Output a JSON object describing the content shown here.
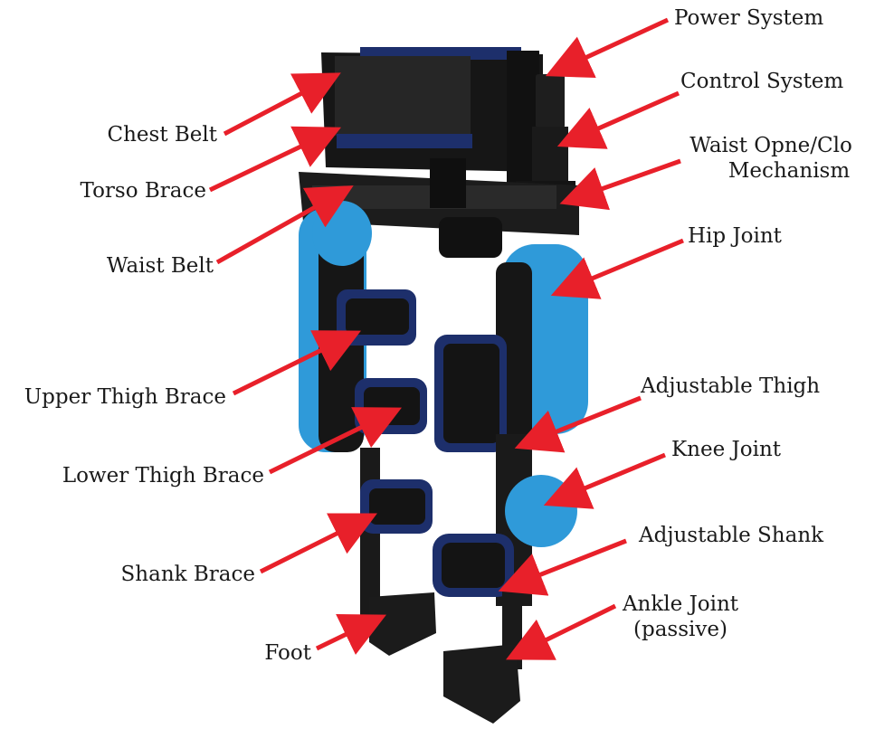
{
  "labels": {
    "power_system": "Power System",
    "control_system": "Control System",
    "waist_mechanism_line1": "Waist Opne/Clo",
    "waist_mechanism_line2": "Mechanism",
    "hip_joint": "Hip Joint",
    "adjustable_thigh": "Adjustable Thigh",
    "knee_joint": "Knee Joint",
    "adjustable_shank": "Adjustable Shank",
    "ankle_joint_line1": "Ankle Joint",
    "ankle_joint_line2": "(passive)",
    "chest_belt": "Chest Belt",
    "torso_brace": "Torso Brace",
    "waist_belt": "Waist Belt",
    "upper_thigh_brace": "Upper Thigh Brace",
    "lower_thigh_brace": "Lower Thigh Brace",
    "shank_brace": "Shank Brace",
    "foot": "Foot"
  },
  "colors": {
    "arrow": "#e8202a",
    "frame": "#1b1b1b",
    "frame_dark": "#0f0f0f",
    "shell_blue": "#2f9ad9",
    "strap_navy": "#1d2f6b"
  }
}
